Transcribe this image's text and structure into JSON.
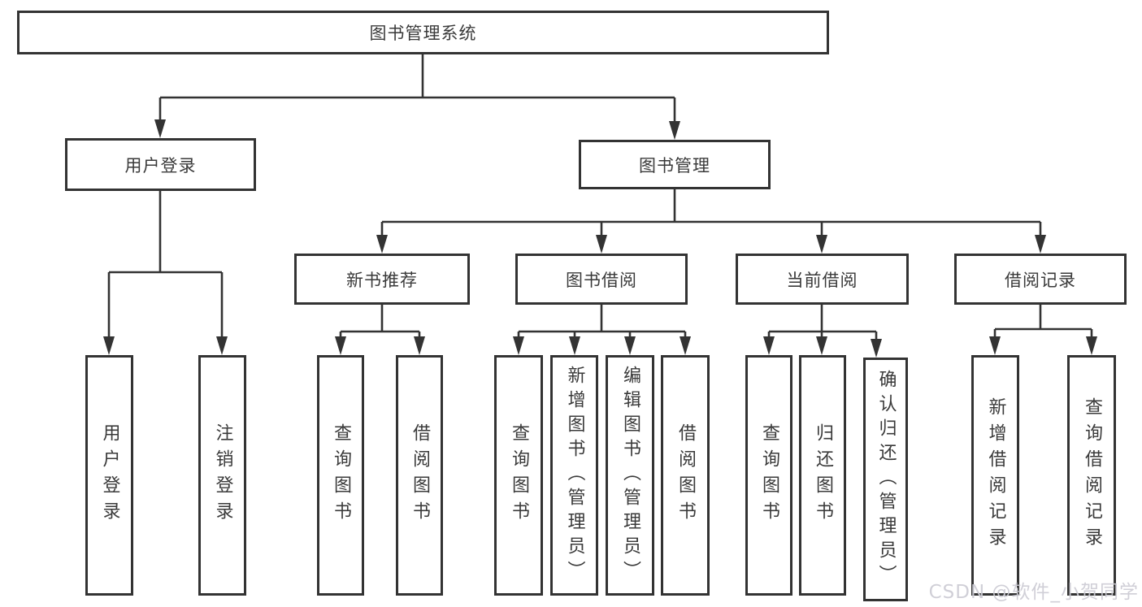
{
  "tree": {
    "label": "图书管理系统",
    "children": [
      {
        "label": "用户登录",
        "children": [
          {
            "label": "用户登录"
          },
          {
            "label": "注销登录"
          }
        ]
      },
      {
        "label": "图书管理",
        "children": [
          {
            "label": "新书推荐",
            "children": [
              {
                "label": "查询图书"
              },
              {
                "label": "借阅图书"
              }
            ]
          },
          {
            "label": "图书借阅",
            "children": [
              {
                "label": "查询图书"
              },
              {
                "label": "新增图书（管理员）"
              },
              {
                "label": "编辑图书（管理员）"
              },
              {
                "label": "借阅图书"
              }
            ]
          },
          {
            "label": "当前借阅",
            "children": [
              {
                "label": "查询图书"
              },
              {
                "label": "归还图书"
              },
              {
                "label": "确认归还（管理员）"
              }
            ]
          },
          {
            "label": "借阅记录",
            "children": [
              {
                "label": "新增借阅记录"
              },
              {
                "label": "查询借阅记录"
              }
            ]
          }
        ]
      }
    ]
  },
  "watermark": {
    "text": "CSDN @软件_小贺同学"
  },
  "colors": {
    "line": "#333333",
    "box_border": "#333333",
    "text": "#3a3a3a",
    "background": "#ffffff",
    "watermark_text": "#cdccd4"
  }
}
